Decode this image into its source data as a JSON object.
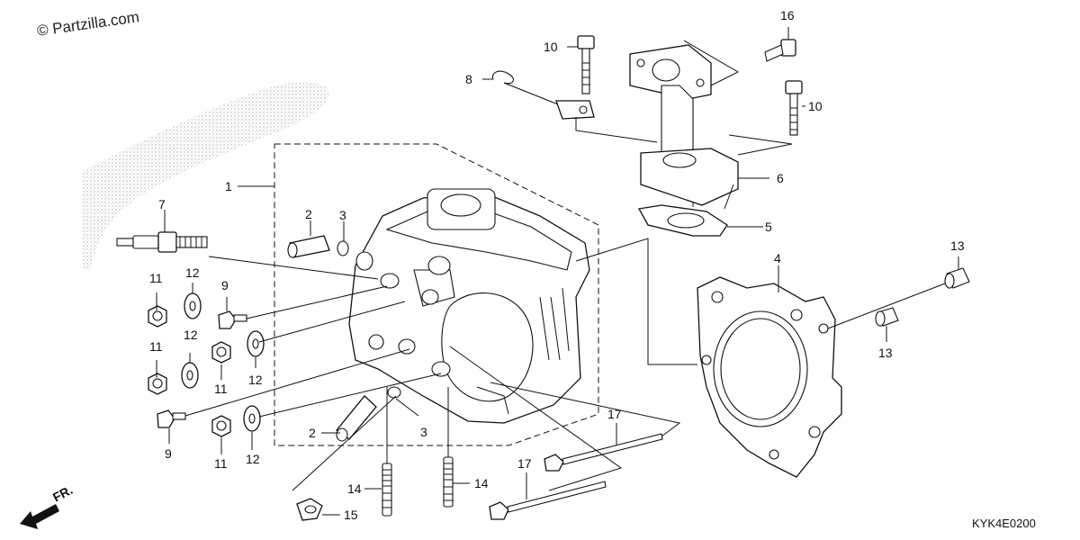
{
  "watermark": "© Partzilla.com",
  "direction_label": "FR.",
  "diagram_code": "KYK4E0200",
  "callouts": {
    "c1": "1",
    "c2a": "2",
    "c2b": "2",
    "c3a": "3",
    "c3b": "3",
    "c4": "4",
    "c5": "5",
    "c6": "6",
    "c7": "7",
    "c8": "8",
    "c9a": "9",
    "c9b": "9",
    "c10a": "10",
    "c10b": "10",
    "c11a": "11",
    "c11b": "11",
    "c11c": "11",
    "c11d": "11",
    "c12a": "12",
    "c12b": "12",
    "c12c": "12",
    "c12d": "12",
    "c13a": "13",
    "c13b": "13",
    "c14a": "14",
    "c14b": "14",
    "c15": "15",
    "c16": "16",
    "c17a": "17",
    "c17b": "17"
  }
}
